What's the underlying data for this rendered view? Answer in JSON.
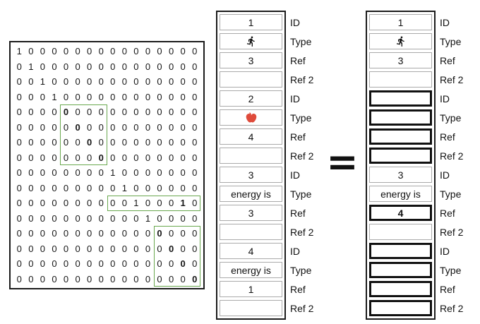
{
  "equals_sign": "=",
  "colors": {
    "highlight_green": "#6aa84f",
    "apple_red": "#df4b3b",
    "icon_black": "#111111",
    "bold_border": "#111111",
    "box_border": "#aaaaaa",
    "frame_border": "#1b1b1b"
  },
  "matrix": {
    "size": 16,
    "rows": [
      [
        1,
        0,
        0,
        0,
        0,
        0,
        0,
        0,
        0,
        0,
        0,
        0,
        0,
        0,
        0,
        0
      ],
      [
        0,
        1,
        0,
        0,
        0,
        0,
        0,
        0,
        0,
        0,
        0,
        0,
        0,
        0,
        0,
        0
      ],
      [
        0,
        0,
        1,
        0,
        0,
        0,
        0,
        0,
        0,
        0,
        0,
        0,
        0,
        0,
        0,
        0
      ],
      [
        0,
        0,
        0,
        1,
        0,
        0,
        0,
        0,
        0,
        0,
        0,
        0,
        0,
        0,
        0,
        0
      ],
      [
        0,
        0,
        0,
        0,
        0,
        0,
        0,
        0,
        0,
        0,
        0,
        0,
        0,
        0,
        0,
        0
      ],
      [
        0,
        0,
        0,
        0,
        0,
        0,
        0,
        0,
        0,
        0,
        0,
        0,
        0,
        0,
        0,
        0
      ],
      [
        0,
        0,
        0,
        0,
        0,
        0,
        0,
        0,
        0,
        0,
        0,
        0,
        0,
        0,
        0,
        0
      ],
      [
        0,
        0,
        0,
        0,
        0,
        0,
        0,
        0,
        0,
        0,
        0,
        0,
        0,
        0,
        0,
        0
      ],
      [
        0,
        0,
        0,
        0,
        0,
        0,
        0,
        0,
        1,
        0,
        0,
        0,
        0,
        0,
        0,
        0
      ],
      [
        0,
        0,
        0,
        0,
        0,
        0,
        0,
        0,
        0,
        1,
        0,
        0,
        0,
        0,
        0,
        0
      ],
      [
        0,
        0,
        0,
        0,
        0,
        0,
        0,
        0,
        0,
        0,
        1,
        0,
        0,
        0,
        1,
        0
      ],
      [
        0,
        0,
        0,
        0,
        0,
        0,
        0,
        0,
        0,
        0,
        0,
        1,
        0,
        0,
        0,
        0
      ],
      [
        0,
        0,
        0,
        0,
        0,
        0,
        0,
        0,
        0,
        0,
        0,
        0,
        0,
        0,
        0,
        0
      ],
      [
        0,
        0,
        0,
        0,
        0,
        0,
        0,
        0,
        0,
        0,
        0,
        0,
        0,
        0,
        0,
        0
      ],
      [
        0,
        0,
        0,
        0,
        0,
        0,
        0,
        0,
        0,
        0,
        0,
        0,
        0,
        0,
        0,
        0
      ],
      [
        0,
        0,
        0,
        0,
        0,
        0,
        0,
        0,
        0,
        0,
        0,
        0,
        0,
        0,
        0,
        0
      ]
    ],
    "bold_cells": [
      [
        5,
        5
      ],
      [
        6,
        6
      ],
      [
        7,
        7
      ],
      [
        8,
        8
      ],
      [
        11,
        15
      ],
      [
        13,
        13
      ],
      [
        14,
        14
      ],
      [
        15,
        15
      ],
      [
        16,
        16
      ]
    ],
    "highlight_boxes": [
      {
        "row_start": 5,
        "row_end": 8,
        "col_start": 5,
        "col_end": 8
      },
      {
        "row_start": 11,
        "row_end": 11,
        "col_start": 9,
        "col_end": 16
      },
      {
        "row_start": 13,
        "row_end": 16,
        "col_start": 13,
        "col_end": 16
      }
    ]
  },
  "columns": {
    "middle": {
      "cells": [
        {
          "value": "1"
        },
        {
          "icon": "person-icon"
        },
        {
          "value": "3"
        },
        {
          "value": ""
        },
        {
          "value": "2"
        },
        {
          "icon": "apple-icon"
        },
        {
          "value": "4"
        },
        {
          "value": ""
        },
        {
          "value": "3"
        },
        {
          "value": "energy is"
        },
        {
          "value": "3"
        },
        {
          "value": ""
        },
        {
          "value": "4"
        },
        {
          "value": "energy is"
        },
        {
          "value": "1"
        },
        {
          "value": ""
        }
      ],
      "labels": [
        "ID",
        "Type",
        "Ref",
        "Ref 2",
        "ID",
        "Type",
        "Ref",
        "Ref 2",
        "ID",
        "Type",
        "Ref",
        "Ref 2",
        "ID",
        "Type",
        "Ref",
        "Ref 2"
      ]
    },
    "right": {
      "cells": [
        {
          "value": "1"
        },
        {
          "icon": "person-icon"
        },
        {
          "value": "3"
        },
        {
          "value": ""
        },
        {
          "value": "",
          "bold": true
        },
        {
          "value": "",
          "bold": true
        },
        {
          "value": "",
          "bold": true
        },
        {
          "value": "",
          "bold": true
        },
        {
          "value": "3"
        },
        {
          "value": "energy is"
        },
        {
          "value": "4",
          "bold": true
        },
        {
          "value": ""
        },
        {
          "value": "",
          "bold": true
        },
        {
          "value": "",
          "bold": true
        },
        {
          "value": "",
          "bold": true
        },
        {
          "value": "",
          "bold": true
        }
      ],
      "labels": [
        "ID",
        "Type",
        "Ref",
        "Ref 2",
        "ID",
        "Type",
        "Ref",
        "Ref 2",
        "ID",
        "Type",
        "Ref",
        "Ref 2",
        "ID",
        "Type",
        "Ref",
        "Ref 2"
      ]
    }
  }
}
